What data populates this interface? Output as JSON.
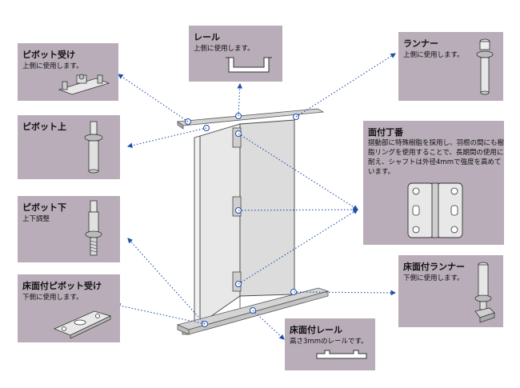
{
  "parts": {
    "pivot_receiver": {
      "title": "ピボット受け",
      "desc": "上側に使用します。"
    },
    "rail": {
      "title": "レール",
      "desc": "上側に使用します。"
    },
    "runner": {
      "title": "ランナー",
      "desc": "上側に使用します。"
    },
    "pivot_top": {
      "title": "ピボット上"
    },
    "hinge": {
      "title": "面付丁番",
      "desc": "摺動部に特殊樹脂を採用し、羽根の間にも樹脂リングを使用することで、長期間の使用に耐え、シャフトは外径4mmで強度を高めています。"
    },
    "pivot_bottom": {
      "title": "ピボット下",
      "desc": "上下調整"
    },
    "floor_runner": {
      "title": "床面付ランナー",
      "desc": "下側に使用します。"
    },
    "floor_pivot_receiver": {
      "title": "床面付ピボット受け",
      "desc": "下側に使用します。"
    },
    "floor_rail": {
      "title": "床面付レール",
      "desc": "高さ3mmのレールです。"
    }
  },
  "colors": {
    "panel": "#b8adb8",
    "leader": "#1f4fa8",
    "door": "#e6e6e6",
    "rail": "#c8c8c8"
  }
}
